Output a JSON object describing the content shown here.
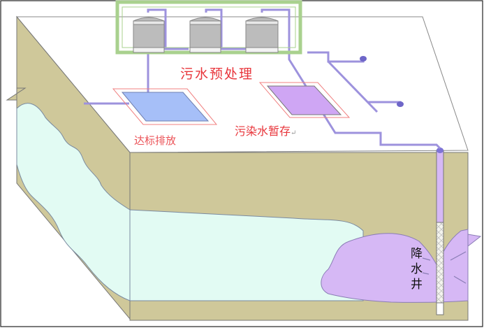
{
  "labels": {
    "pretreatment": "污水预处理",
    "discharge": "达标排放",
    "storage": "污染水暂存",
    "storage_mark": "↵",
    "dewatering_well": "降水井"
  },
  "colors": {
    "soil": "#cfc89a",
    "aquifer": "#e2fbf3",
    "plume": "#d6b8f5",
    "pipe": "#9d92dd",
    "frame": "#a9d18e",
    "label": "#e8343a"
  }
}
